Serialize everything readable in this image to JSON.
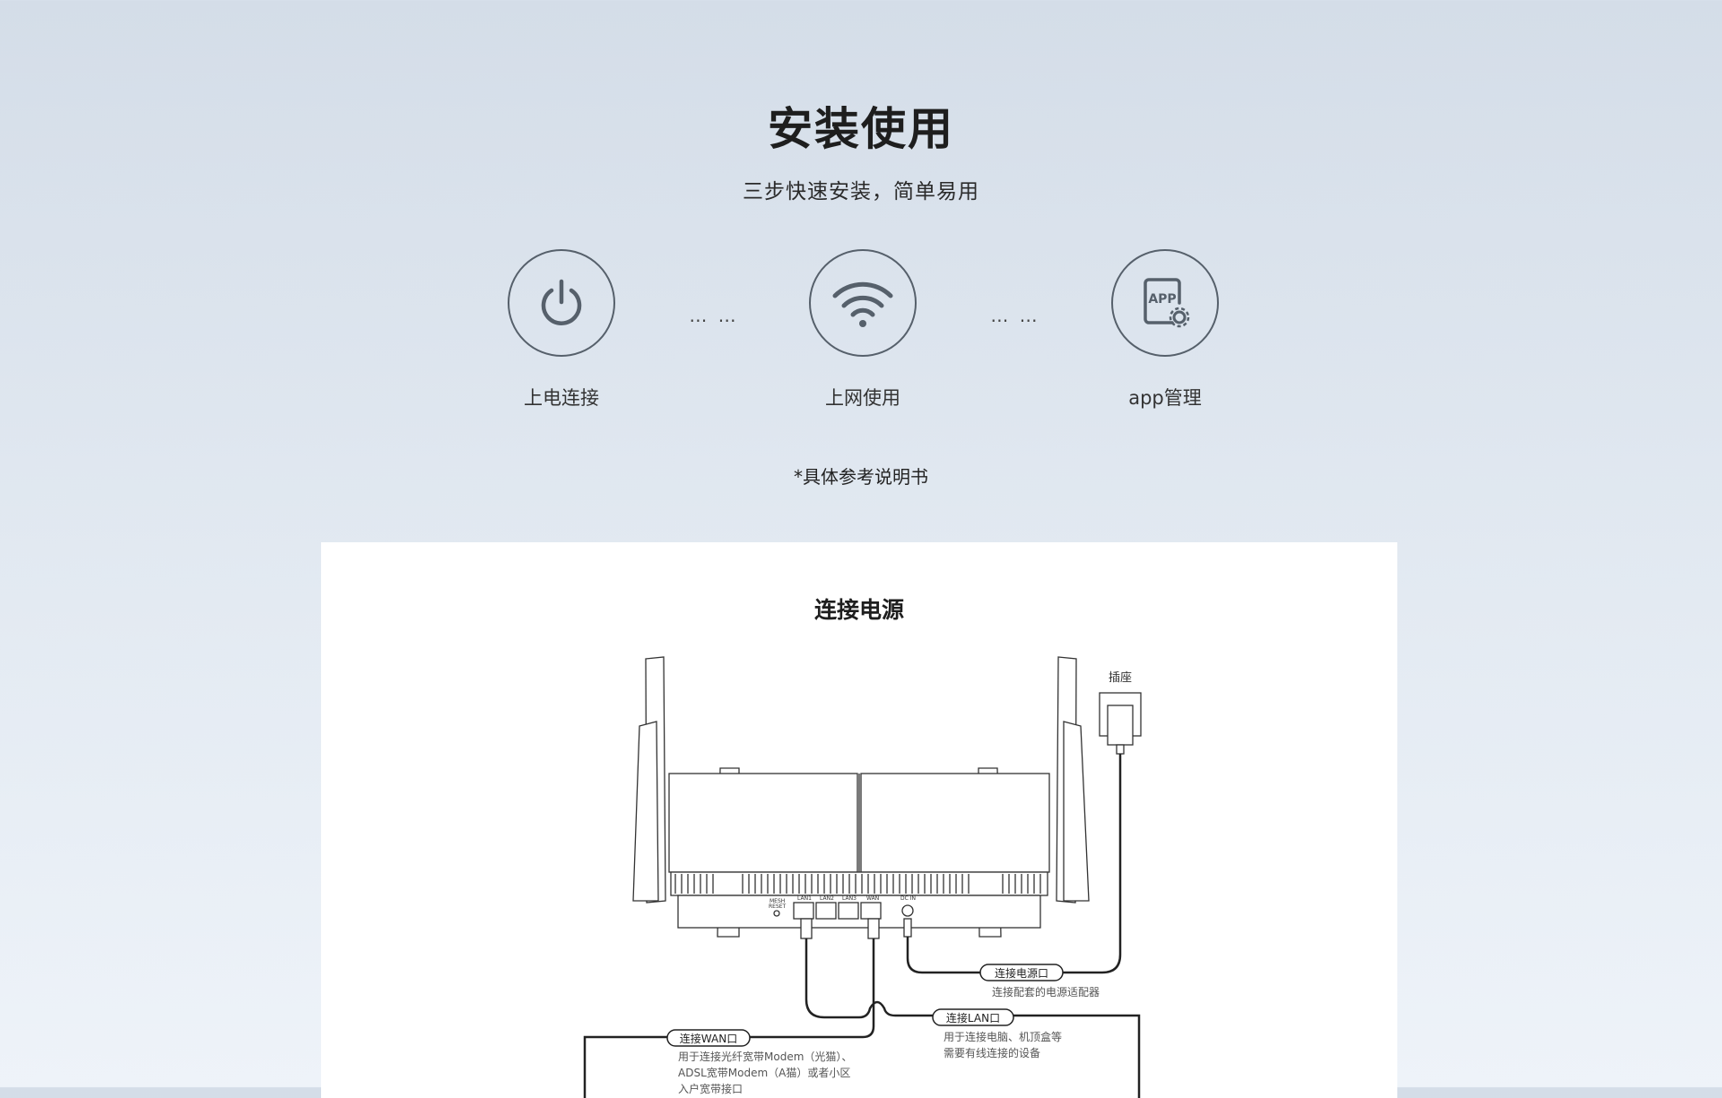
{
  "header": {
    "title": "安装使用",
    "subtitle": "三步快速安装，简单易用"
  },
  "steps": [
    {
      "label": "上电连接",
      "icon": "power-icon"
    },
    {
      "label": "上网使用",
      "icon": "wifi-icon"
    },
    {
      "label": "app管理",
      "icon": "app-settings-icon"
    }
  ],
  "separators": [
    "… …",
    "… …"
  ],
  "note": "*具体参考说明书",
  "panel": {
    "title": "连接电源",
    "socket_label": "插座",
    "port_labels": {
      "mesh": "MESH",
      "reset": "RESET",
      "lan1": "LAN1",
      "lan2": "LAN2",
      "lan3": "LAN3",
      "wan": "WAN",
      "dcin": "DC IN"
    },
    "power_callout": {
      "title": "连接电源口",
      "desc": "连接配套的电源适配器"
    },
    "lan_callout": {
      "title": "连接LAN口",
      "desc1": "用于连接电脑、机顶盒等",
      "desc2": "需要有线连接的设备"
    },
    "wan_callout": {
      "title": "连接WAN口",
      "desc1": "用于连接光纤宽带Modem（光猫）、",
      "desc2": "ADSL宽带Modem（A猫）或者小区",
      "desc3": "入户宽带接口"
    }
  },
  "colors": {
    "icon_stroke": "#56606b",
    "line": "#222222"
  }
}
